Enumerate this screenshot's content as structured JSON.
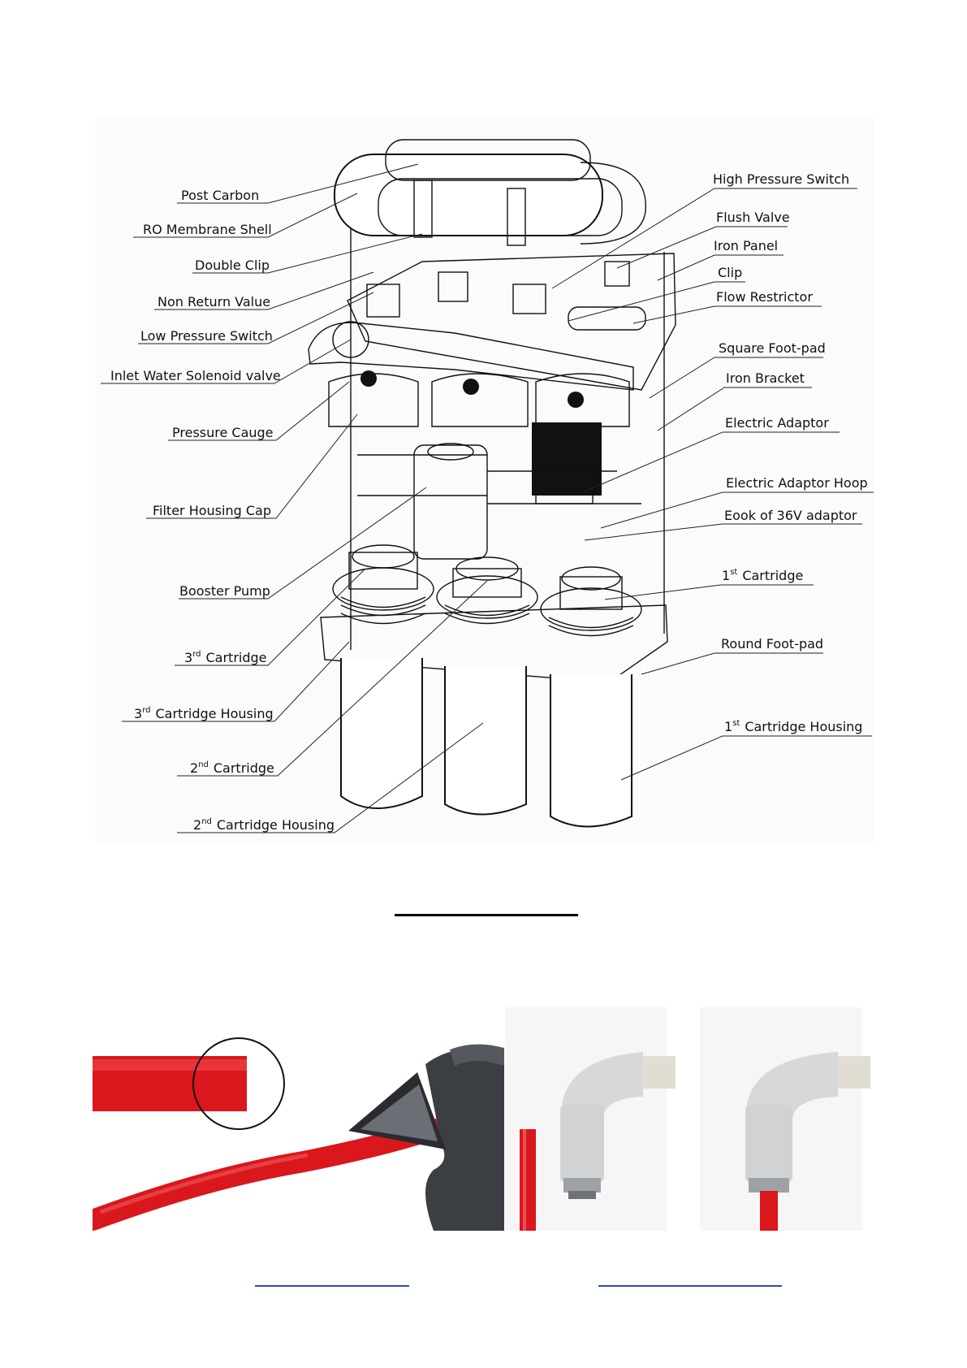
{
  "diagram": {
    "labels_left": [
      {
        "id": "post-carbon",
        "text": "Post Carbon"
      },
      {
        "id": "ro-membrane-shell",
        "text": "RO Membrane Shell"
      },
      {
        "id": "double-clip",
        "text": "Double Clip"
      },
      {
        "id": "non-return-value",
        "text": "Non Return Value"
      },
      {
        "id": "low-pressure-switch",
        "text": "Low Pressure Switch"
      },
      {
        "id": "inlet-water-solenoid-valve",
        "text": "Inlet Water Solenoid valve"
      },
      {
        "id": "pressure-cauge",
        "text": "Pressure Cauge"
      },
      {
        "id": "filter-housing-cap",
        "text": "Filter Housing Cap"
      },
      {
        "id": "booster-pump",
        "text": "Booster Pump"
      }
    ],
    "labels_right": [
      {
        "id": "high-pressure-switch",
        "text": "High Pressure Switch"
      },
      {
        "id": "flush-valve",
        "text": "Flush Valve"
      },
      {
        "id": "iron-panel",
        "text": "Iron Panel"
      },
      {
        "id": "clip",
        "text": "Clip"
      },
      {
        "id": "flow-restrictor",
        "text": "Flow Restrictor"
      },
      {
        "id": "square-foot-pad",
        "text": "Square Foot-pad"
      },
      {
        "id": "iron-bracket",
        "text": "Iron Bracket"
      },
      {
        "id": "electric-adaptor",
        "text": "Electric Adaptor"
      },
      {
        "id": "electric-adaptor-hoop",
        "text": "Electric Adaptor Hoop"
      },
      {
        "id": "eook-of-36v-adaptor",
        "text": "Eook of 36V adaptor"
      },
      {
        "id": "round-foot-pad",
        "text": "Round Foot-pad"
      }
    ],
    "ordinal_labels": [
      {
        "id": "third-cartridge",
        "num": "3",
        "sup": "rd",
        "rest": "Cartridge"
      },
      {
        "id": "third-cartridge-housing",
        "num": "3",
        "sup": "rd",
        "rest": "Cartridge Housing"
      },
      {
        "id": "second-cartridge",
        "num": "2",
        "sup": "nd",
        "rest": "Cartridge"
      },
      {
        "id": "second-cartridge-housing",
        "num": "2",
        "sup": "nd",
        "rest": "Cartridge Housing"
      },
      {
        "id": "first-cartridge",
        "num": "1",
        "sup": "st",
        "rest": "Cartridge"
      },
      {
        "id": "first-cartridge-housing",
        "num": "1",
        "sup": "st",
        "rest": "Cartridge Housing"
      }
    ]
  },
  "colors": {
    "tube_red": "#d9171c",
    "fitting_grey": "#d6d8da",
    "link_blue": "#2f4bb5"
  },
  "photos": {
    "left_subject": "red tube being cut with tube cutter",
    "right_subject": "elbow push-fit connectors with red tube"
  }
}
